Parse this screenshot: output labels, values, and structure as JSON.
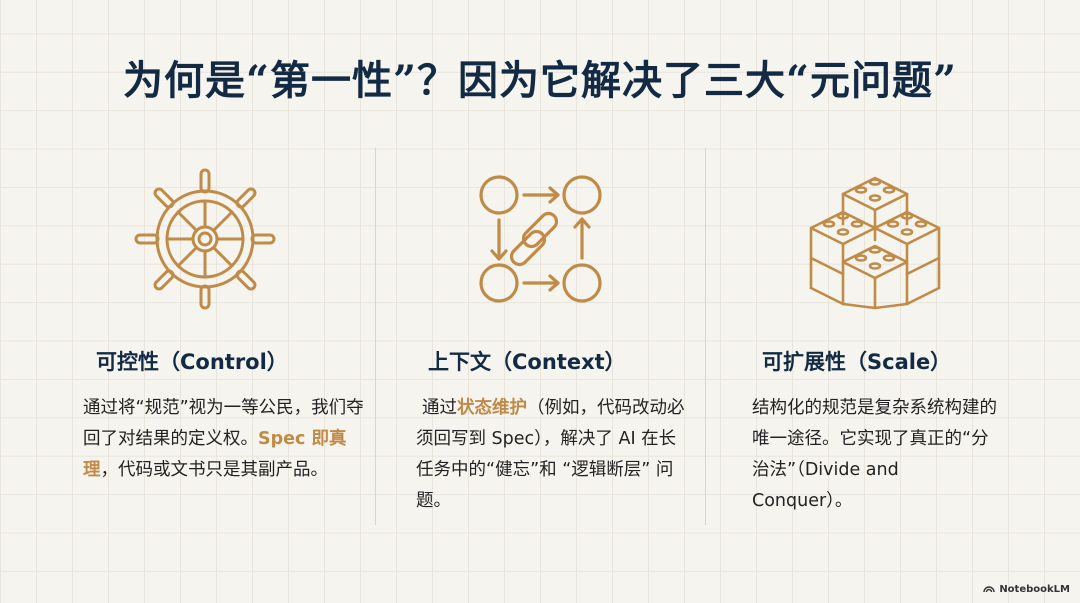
{
  "slide": {
    "title": "为何是“第一性”？因为它解决了三大“元问题”",
    "accent_color": "#c08a47",
    "title_color": "#132a45"
  },
  "columns": [
    {
      "icon": "ship-wheel-icon",
      "heading": "可控性（Control）",
      "body": {
        "before": "通过将“规范”视为一等公民，我们夺回了对结果的定义权。",
        "highlight": "Spec 即真理",
        "after": "，代码或文书只是其副产品。"
      }
    },
    {
      "icon": "linked-cycle-icon",
      "heading": "上下文（Context）",
      "body": {
        "before": "通过",
        "highlight": "状态维护",
        "after": "（例如，代码改动必须回写到 Spec），解决了 AI 在长任务中的“健忘”和 “逻辑断层” 问题。"
      }
    },
    {
      "icon": "building-blocks-icon",
      "heading": "可扩展性（Scale）",
      "body": {
        "text": "结构化的规范是复杂系统构建的唯一途径。它实现了真正的“分治法”（Divide and Conquer）。"
      }
    }
  ],
  "footer": {
    "brand": "NotebookLM",
    "brand_icon": "notebooklm-logo-icon"
  }
}
